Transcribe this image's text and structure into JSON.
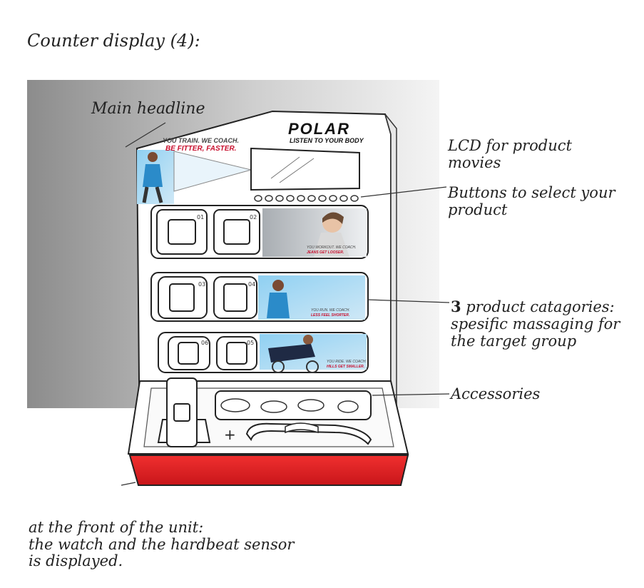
{
  "title": "Counter display (4):",
  "labels": {
    "main_headline": "Main headline",
    "lcd_line1": "LCD for product",
    "lcd_line2": "movies",
    "buttons_line1": "Buttons to select your",
    "buttons_line2": "product",
    "categories_num": "3",
    "categories_line1": " product catagories:",
    "categories_line2": "spesific massaging for",
    "categories_line3": "the target group",
    "accessories": "Accessories"
  },
  "bottom_note": {
    "line1": "at the front of the unit:",
    "line2": "the watch and the hardbeat sensor",
    "line3": "is displayed."
  },
  "display": {
    "brand": "POLAR",
    "tagline": "LISTEN TO YOUR BODY",
    "headline_line1": "YOU TRAIN. WE COACH.",
    "headline_line2": "BE FITTER, FASTER.",
    "panel1_line1": "YOU WORKOUT. WE COACH.",
    "panel1_line2": "JEANS GET LOOSER.",
    "panel2_line1": "YOU RUN. WE COACH.",
    "panel2_line2": "LESS FEEL SHORTER.",
    "panel3_line1": "YOU RIDE. WE COACH.",
    "panel3_line2": "HILLS GET SMALLER.",
    "watch_numbers": [
      "01",
      "02",
      "03",
      "04",
      "06",
      "05"
    ]
  },
  "colors": {
    "brand_red": "#c8102e",
    "base_red": "#e01a1f",
    "backdrop_dark": "#8c8c8c",
    "sky_blue": "#7ec3ea"
  }
}
